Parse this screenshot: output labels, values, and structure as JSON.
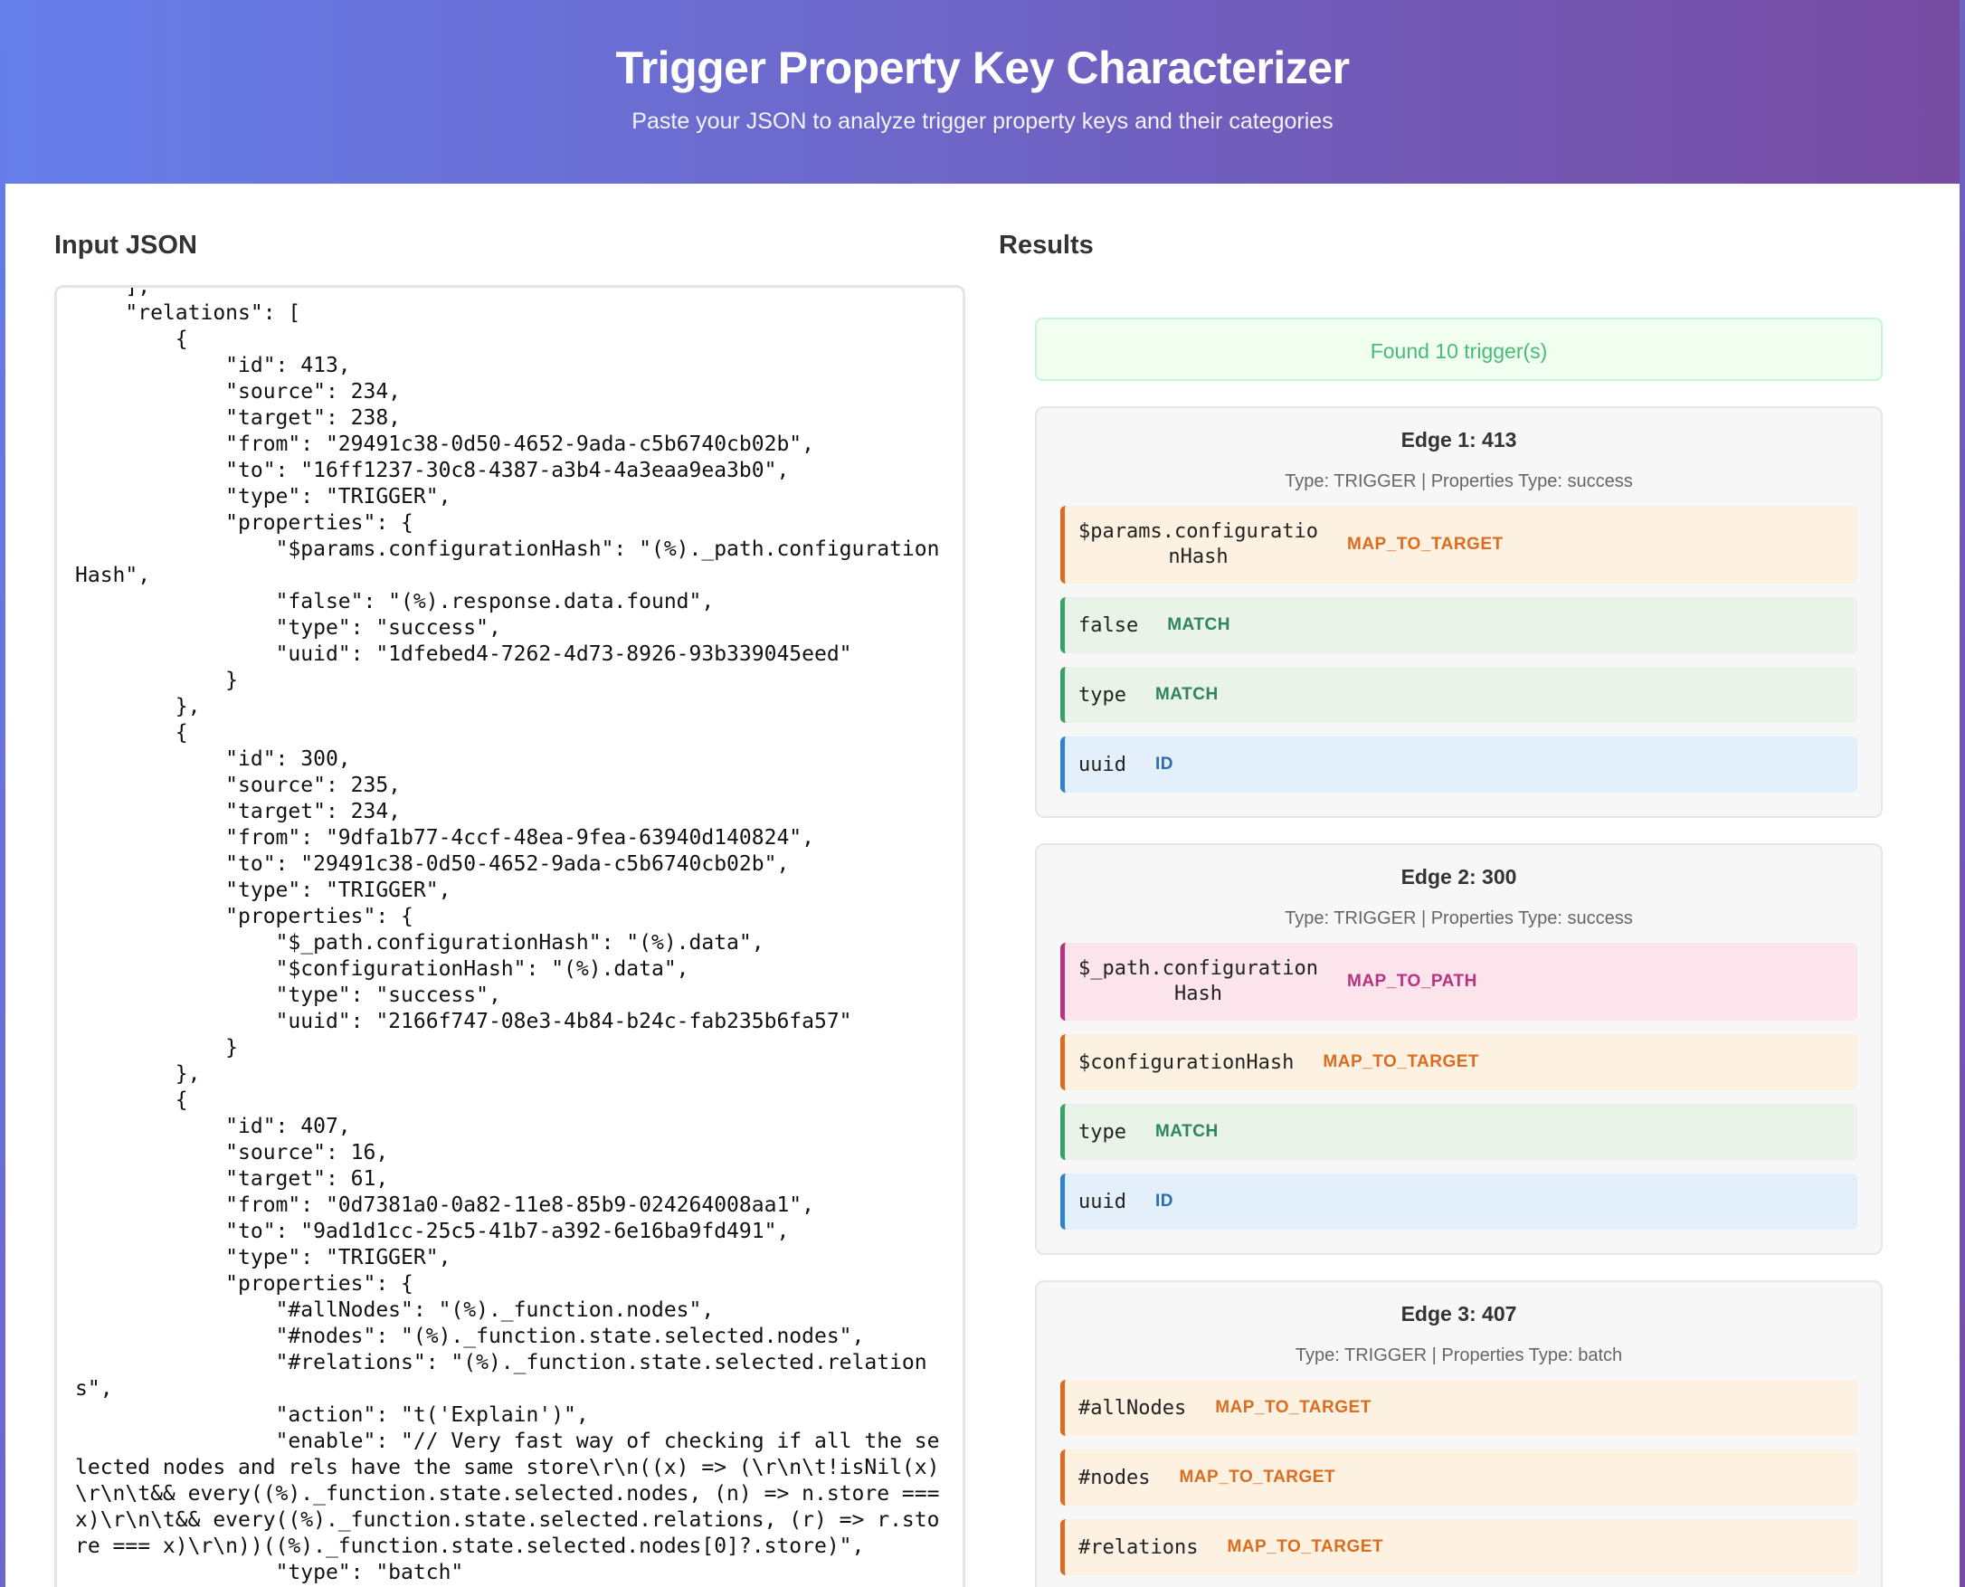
{
  "header": {
    "title": "Trigger Property Key Characterizer",
    "subtitle": "Paste your JSON to analyze trigger property keys and their categories"
  },
  "input": {
    "heading": "Input JSON",
    "text": "\t],\n\t\"relations\": [\n\t\t{\n\t\t\t\"id\": 413,\n\t\t\t\"source\": 234,\n\t\t\t\"target\": 238,\n\t\t\t\"from\": \"29491c38-0d50-4652-9ada-c5b6740cb02b\",\n\t\t\t\"to\": \"16ff1237-30c8-4387-a3b4-4a3eaa9ea3b0\",\n\t\t\t\"type\": \"TRIGGER\",\n\t\t\t\"properties\": {\n\t\t\t\t\"$params.configurationHash\": \"(%)._path.configurationHash\",\n\t\t\t\t\"false\": \"(%).response.data.found\",\n\t\t\t\t\"type\": \"success\",\n\t\t\t\t\"uuid\": \"1dfebed4-7262-4d73-8926-93b339045eed\"\n\t\t\t}\n\t\t},\n\t\t{\n\t\t\t\"id\": 300,\n\t\t\t\"source\": 235,\n\t\t\t\"target\": 234,\n\t\t\t\"from\": \"9dfa1b77-4ccf-48ea-9fea-63940d140824\",\n\t\t\t\"to\": \"29491c38-0d50-4652-9ada-c5b6740cb02b\",\n\t\t\t\"type\": \"TRIGGER\",\n\t\t\t\"properties\": {\n\t\t\t\t\"$_path.configurationHash\": \"(%).data\",\n\t\t\t\t\"$configurationHash\": \"(%).data\",\n\t\t\t\t\"type\": \"success\",\n\t\t\t\t\"uuid\": \"2166f747-08e3-4b84-b24c-fab235b6fa57\"\n\t\t\t}\n\t\t},\n\t\t{\n\t\t\t\"id\": 407,\n\t\t\t\"source\": 16,\n\t\t\t\"target\": 61,\n\t\t\t\"from\": \"0d7381a0-0a82-11e8-85b9-024264008aa1\",\n\t\t\t\"to\": \"9ad1d1cc-25c5-41b7-a392-6e16ba9fd491\",\n\t\t\t\"type\": \"TRIGGER\",\n\t\t\t\"properties\": {\n\t\t\t\t\"#allNodes\": \"(%)._function.nodes\",\n\t\t\t\t\"#nodes\": \"(%)._function.state.selected.nodes\",\n\t\t\t\t\"#relations\": \"(%)._function.state.selected.relations\",\n\t\t\t\t\"action\": \"t('Explain')\",\n\t\t\t\t\"enable\": \"// Very fast way of checking if all the selected nodes and rels have the same store\\r\\n((x) => (\\r\\n\\t!isNil(x)\\r\\n\\t&& every((%)._function.state.selected.nodes, (n) => n.store === x)\\r\\n\\t&& every((%)._function.state.selected.relations, (r) => r.store === x)\\r\\n))((%)._function.state.selected.nodes[0]?.store)\",\n\t\t\t\t\"type\": \"batch\"\n\t\t\t}\n\t\t}\n\t]"
  },
  "results": {
    "heading": "Results",
    "summary": "Found 10 trigger(s)",
    "edges": [
      {
        "title": "Edge 1: 413",
        "meta": "Type: TRIGGER | Properties Type: success",
        "props": [
          {
            "key": "$params.configurationHash",
            "category": "MAP_TO_TARGET"
          },
          {
            "key": "false",
            "category": "MATCH"
          },
          {
            "key": "type",
            "category": "MATCH"
          },
          {
            "key": "uuid",
            "category": "ID"
          }
        ]
      },
      {
        "title": "Edge 2: 300",
        "meta": "Type: TRIGGER | Properties Type: success",
        "props": [
          {
            "key": "$_path.configurationHash",
            "category": "MAP_TO_PATH"
          },
          {
            "key": "$configurationHash",
            "category": "MAP_TO_TARGET"
          },
          {
            "key": "type",
            "category": "MATCH"
          },
          {
            "key": "uuid",
            "category": "ID"
          }
        ]
      },
      {
        "title": "Edge 3: 407",
        "meta": "Type: TRIGGER | Properties Type: batch",
        "props": [
          {
            "key": "#allNodes",
            "category": "MAP_TO_TARGET"
          },
          {
            "key": "#nodes",
            "category": "MAP_TO_TARGET"
          },
          {
            "key": "#relations",
            "category": "MAP_TO_TARGET"
          }
        ]
      }
    ]
  }
}
